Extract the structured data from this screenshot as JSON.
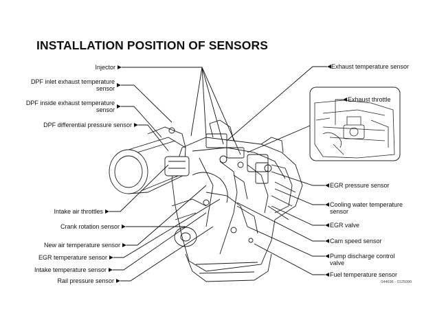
{
  "title": "INSTALLATION POSITION OF SENSORS",
  "left_labels": {
    "injector": "Injector",
    "dpf_inlet_1": "DPF inlet exhaust temperature",
    "dpf_inlet_2": "sensor",
    "dpf_inside_1": "DPF inside exhaust temperature",
    "dpf_inside_2": "sensor",
    "dpf_diff": "DPF differential pressure sensor",
    "intake_throttles": "Intake air throttles",
    "crank": "Crank rotation sensor",
    "new_air": "New air temperature sensor",
    "egr_temp": "EGR temperature sensor",
    "intake_temp": "Intake temperature sensor",
    "rail": "Rail pressure sensor"
  },
  "right_labels": {
    "exhaust_temp": "Exhaust temperature sensor",
    "exhaust_throttle": "Exhaust throttle",
    "egr_pressure": "EGR pressure sensor",
    "cooling_1": "Cooling water temperature",
    "cooling_2": "sensor",
    "egr_valve": "EGR valve",
    "cam_speed": "Cam speed sensor",
    "pump_1": "Pump discharge control",
    "pump_2": "valve",
    "fuel_temp": "Fuel temperature sensor"
  },
  "figure_code": "044696 - 0125090"
}
